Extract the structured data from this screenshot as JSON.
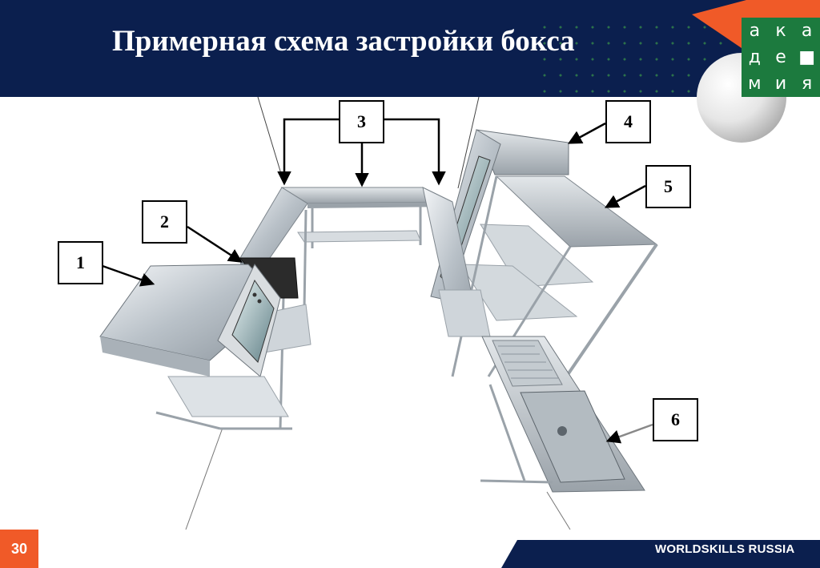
{
  "slide": {
    "title": "Примерная схема застройки бокса",
    "page_number": "30",
    "footer_brand": "WORLDSKILLS RUSSIA"
  },
  "logo": {
    "letters": [
      "а",
      "к",
      "а",
      "д",
      "е",
      "■",
      "м",
      "и",
      "я"
    ],
    "colors": {
      "navy": "#0b1f4e",
      "orange": "#f05a28",
      "green": "#1c7a3e"
    }
  },
  "callouts": [
    "1",
    "2",
    "3",
    "4",
    "5",
    "6"
  ]
}
